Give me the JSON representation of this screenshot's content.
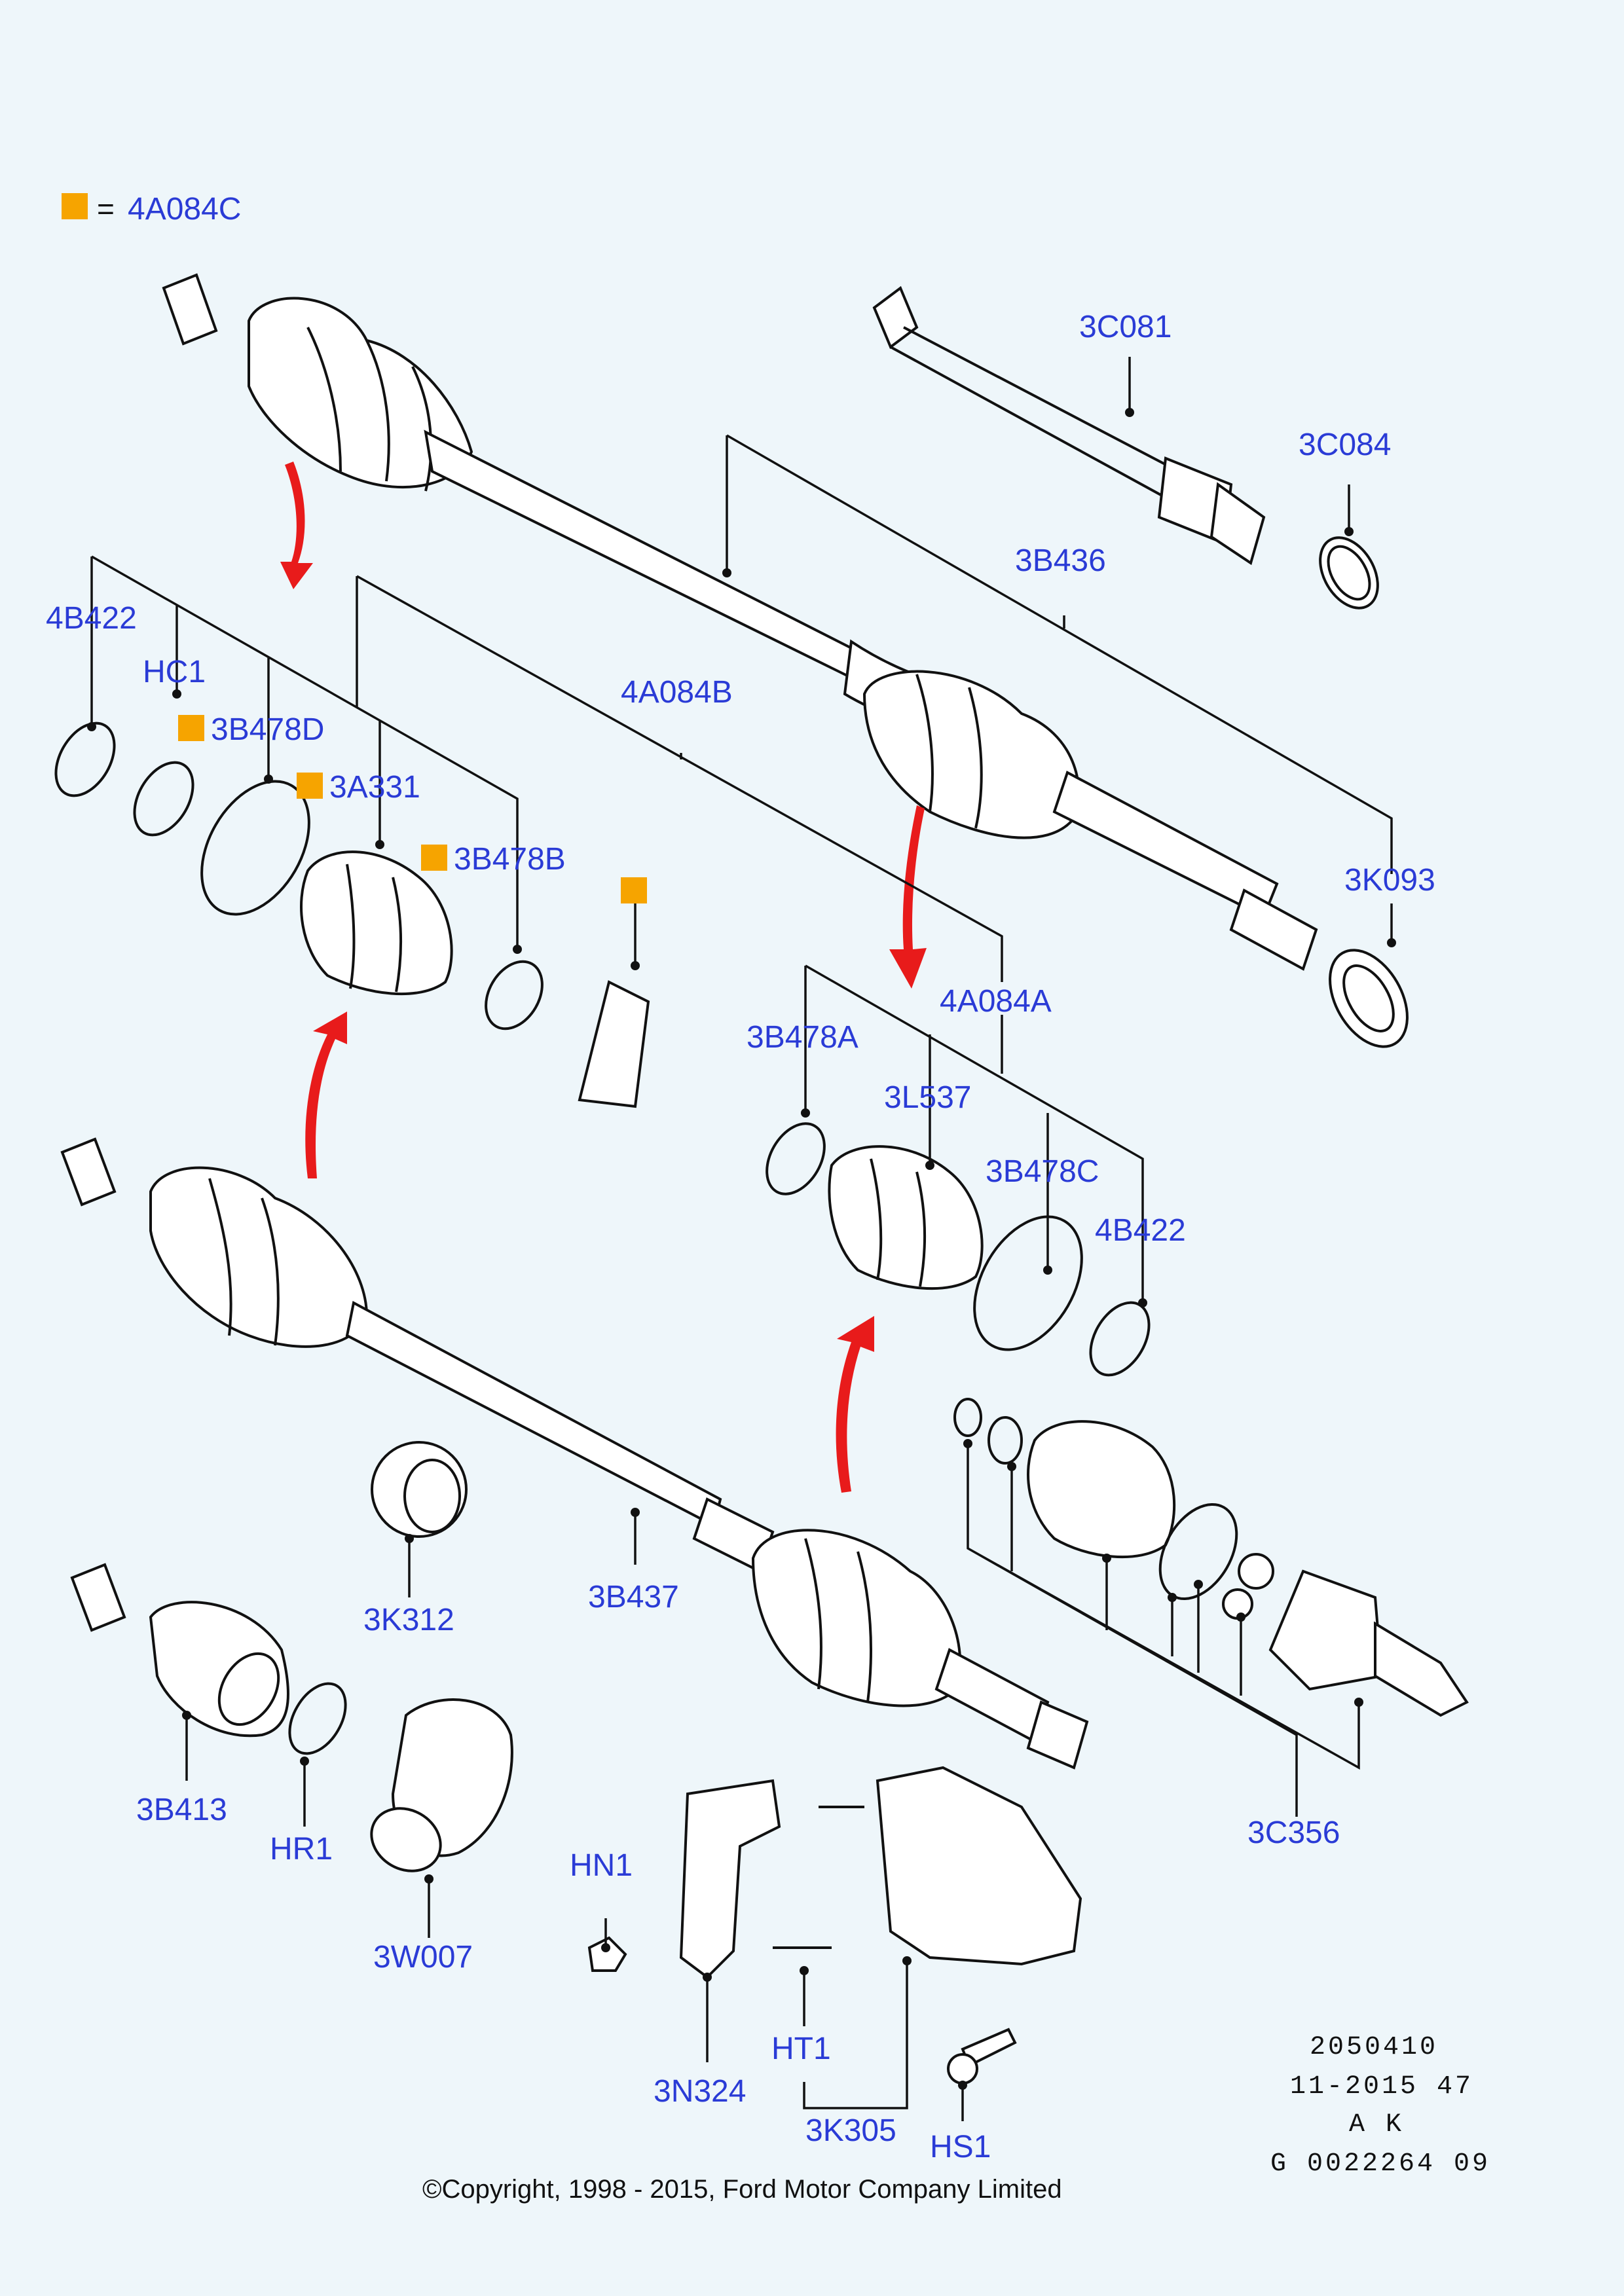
{
  "legend": {
    "marker_color": "#f6a400",
    "equals": "=",
    "code": "4A084C"
  },
  "labels": {
    "p3C081": "3C081",
    "p3C084": "3C084",
    "p3B436": "3B436",
    "p4B422a": "4B422",
    "pHC1": "HC1",
    "p3B478D": "3B478D",
    "p3A331": "3A331",
    "p3B478B": "3B478B",
    "p4A084B": "4A084B",
    "p3K093": "3K093",
    "p3B478A": "3B478A",
    "p4A084A": "4A084A",
    "p3L537": "3L537",
    "p3B478C": "3B478C",
    "p4B422b": "4B422",
    "p3K312": "3K312",
    "p3B437": "3B437",
    "p3B413": "3B413",
    "pHR1": "HR1",
    "p3W007": "3W007",
    "pHN1": "HN1",
    "pHT1": "HT1",
    "p3N324": "3N324",
    "p3K305": "3K305",
    "pHS1": "HS1",
    "p3C356": "3C356"
  },
  "stamp": {
    "line1": "2050410",
    "line2": "11-2015 47",
    "line3": "A K",
    "line4": "G 0022264 09"
  },
  "copyright": "©Copyright, 1998 - 2015, Ford Motor Company Limited",
  "colors": {
    "label": "#2a3bd6",
    "arrow": "#e81b1b",
    "marker": "#f6a400",
    "background": "#eef6fa"
  }
}
